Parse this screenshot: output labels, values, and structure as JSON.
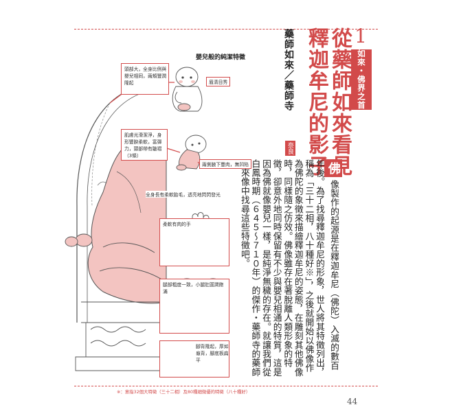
{
  "chapter": {
    "number": "1",
    "tab": "如來・佛界之首"
  },
  "title": "從藥師如來看見釋迦牟尼的影子",
  "subtitle": "藥師如來／藥師寺",
  "place_badge": "奈良",
  "body": {
    "dropcap": "佛",
    "text": "像製作的起源是在釋迦牟尼（佛陀）入滅的數百年後。為了找尋釋迦牟尼的形象，世人將其特徵列出，稱為「三十二相，八十種好※」，之後就開始以佛像作為佛陀的象徵來描繪釋迦牟尼的姿態，在雕刻其他佛像時，同樣隨之仿效。佛像雖存在著脫離人類形象的特徵，卻意外地同時保留有不少與嬰兒相通的特質，這是因為佛就像嬰兒一樣，是純淨無穢的存在。就讓我們從白鳳時期（６４５〜７１０年）的傑作・藥師寺的藥師如來像中找尋這些特徵吧。"
  },
  "illustration": {
    "title": "嬰兒般的純潔特徵",
    "notes": {
      "face": "頭部大，全身比例與嬰兒相同，兩頰豐潤隆起",
      "brows": "眉清目秀",
      "skin": "肌膚光滑潔淨，身形豐腴柔軟，富彈力，頸部帶有皺褶（3條）",
      "shoulders": "兩側腋下豐肉，無凹陷",
      "hair": "全身長有柔軟胎毛，透亮地閃閃發光",
      "hand": "柔軟有肉的手",
      "legs": "腿部粗度一致，小腿肚圓潤飽滿",
      "feet": "腳背隆起，厚如龜背，腳底板扁平"
    }
  },
  "footnote": "※：意指32個大特徵（三十二相）及80種細微優的特徵（八十種好）",
  "page_number": "44",
  "colors": {
    "accent": "#d24a4a",
    "skin": "#f3c4c1",
    "line": "#555555"
  }
}
